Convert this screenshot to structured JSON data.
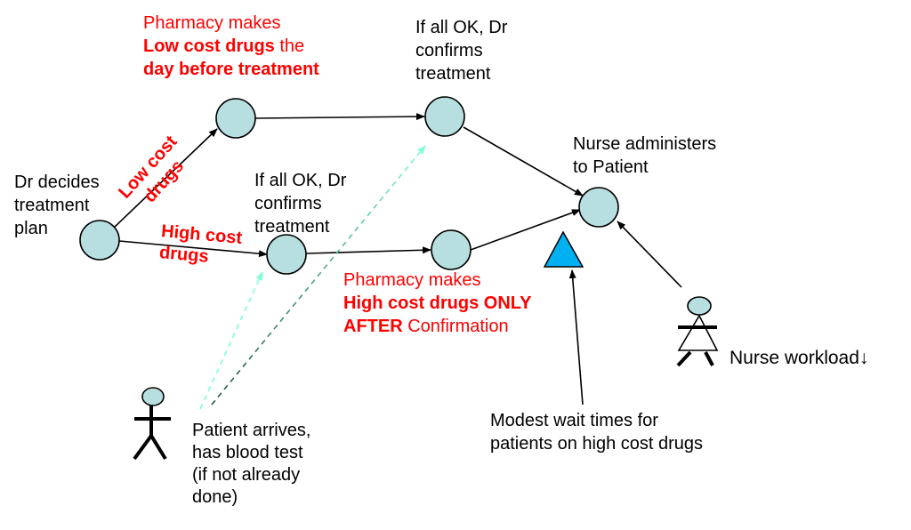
{
  "colors": {
    "node_fill": "#b8dfe0",
    "triangle_fill": "#00b0f0",
    "red": "#ff0000",
    "dash_light": "#7fffd4",
    "dash_dark": "#2f6f60"
  },
  "labels": {
    "dr_decides": [
      "Dr decides",
      "treatment",
      "plan"
    ],
    "low_cost_edge": [
      "Low cost",
      "drugs"
    ],
    "high_cost_edge": [
      "High cost",
      "drugs"
    ],
    "pharmacy_low": {
      "line1": "Pharmacy makes",
      "bold1": "Low cost drugs",
      "rest1": " the",
      "bold2": "day before treatment"
    },
    "confirm_top": [
      "If all OK, Dr",
      "confirms",
      "treatment"
    ],
    "confirm_mid": [
      "If all OK, Dr",
      "confirms",
      "treatment"
    ],
    "nurse_administers": [
      "Nurse administers",
      "to Patient"
    ],
    "pharmacy_high": {
      "line1": "Pharmacy makes",
      "bold1": "High cost drugs ONLY",
      "bold2": "AFTER",
      "rest2": " Confirmation"
    },
    "patient": [
      "Patient arrives,",
      "has blood test",
      "(if not already",
      "done)"
    ],
    "wait": [
      "Modest wait times for",
      "patients on high cost drugs"
    ],
    "nurse_workload": "Nurse workload↓"
  }
}
